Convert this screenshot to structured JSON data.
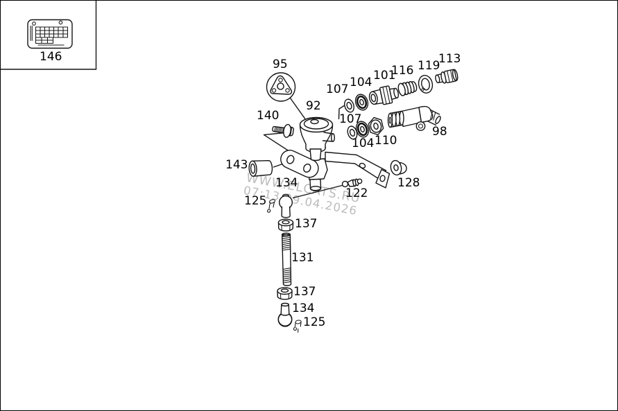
{
  "window": {
    "background_color": "#ffffff",
    "border_color": "#000000",
    "line_color": "#141414"
  },
  "inset": {
    "label": "146",
    "icon": "data-plate-icon"
  },
  "watermark": {
    "line1": "WWW.ELCATS.RU",
    "line2": "07:13 09.04.2026",
    "color": "#bcbcbc"
  },
  "diagram": {
    "type": "exploded-parts-diagram",
    "part_labels": [
      "95",
      "92",
      "140",
      "107",
      "104",
      "101",
      "116",
      "119",
      "113",
      "107",
      "104",
      "110",
      "98",
      "143",
      "134",
      "125",
      "122",
      "128",
      "137",
      "131",
      "137",
      "134",
      "125"
    ]
  }
}
